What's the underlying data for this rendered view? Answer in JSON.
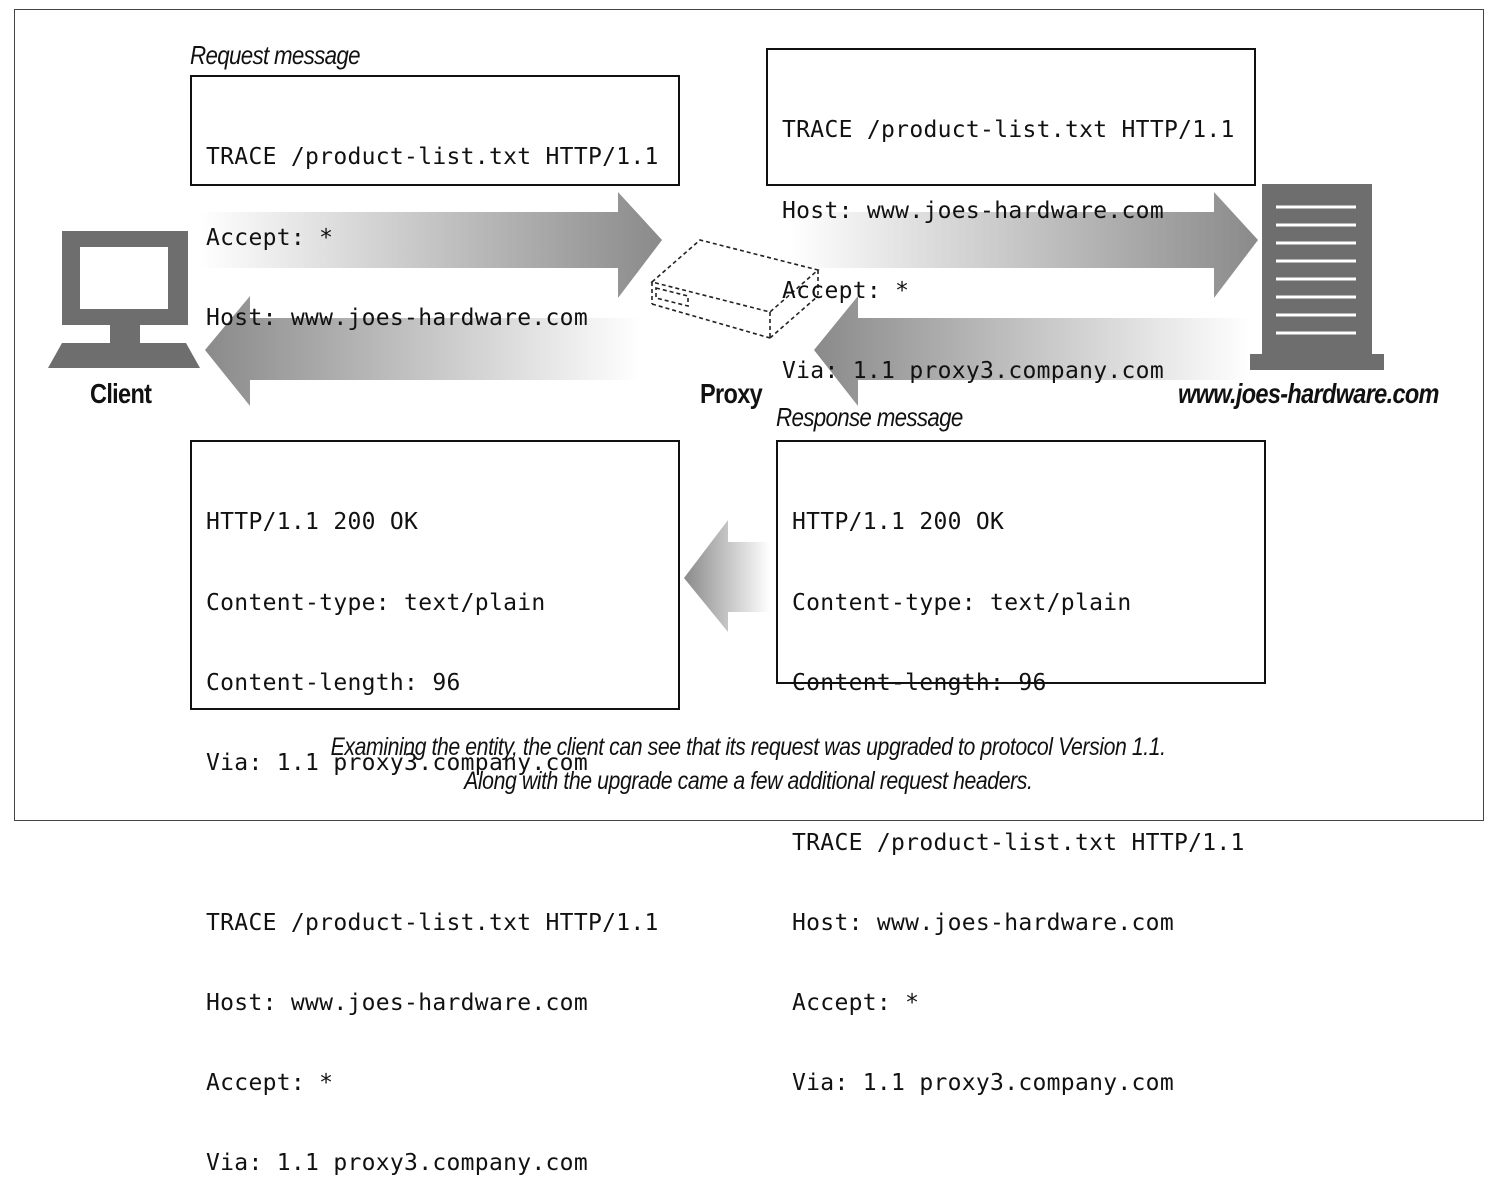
{
  "labels": {
    "request_message": "Request message",
    "response_message": "Response message",
    "client": "Client",
    "proxy": "Proxy",
    "server": "www.joes-hardware.com"
  },
  "boxes": {
    "client_request": [
      "TRACE /product-list.txt HTTP/1.1",
      "Accept: *",
      "Host: www.joes-hardware.com"
    ],
    "proxy_request": [
      "TRACE /product-list.txt HTTP/1.1",
      "Host: www.joes-hardware.com",
      "Accept: *",
      "Via: 1.1 proxy3.company.com"
    ],
    "server_response": [
      "HTTP/1.1 200 OK",
      "Content-type: text/plain",
      "Content-length: 96",
      "",
      "TRACE /product-list.txt HTTP/1.1",
      "Host: www.joes-hardware.com",
      "Accept: *",
      "Via: 1.1 proxy3.company.com"
    ],
    "client_response": [
      "HTTP/1.1 200 OK",
      "Content-type: text/plain",
      "Content-length: 96",
      "Via: 1.1 proxy3.company.com",
      "",
      "TRACE /product-list.txt HTTP/1.1",
      "Host: www.joes-hardware.com",
      "Accept: *",
      "Via: 1.1 proxy3.company.com"
    ]
  },
  "caption": {
    "line1": "Examining the entity, the client can see that its request was upgraded to protocol Version 1.1.",
    "line2": "Along with the upgrade came a few additional request headers."
  },
  "icons": [
    "client-computer-icon",
    "proxy-device-icon",
    "server-tower-icon"
  ],
  "colors": {
    "ink": "#111111",
    "arrow_dark": "#8a8a8a",
    "icon_gray": "#6e6e6e"
  }
}
